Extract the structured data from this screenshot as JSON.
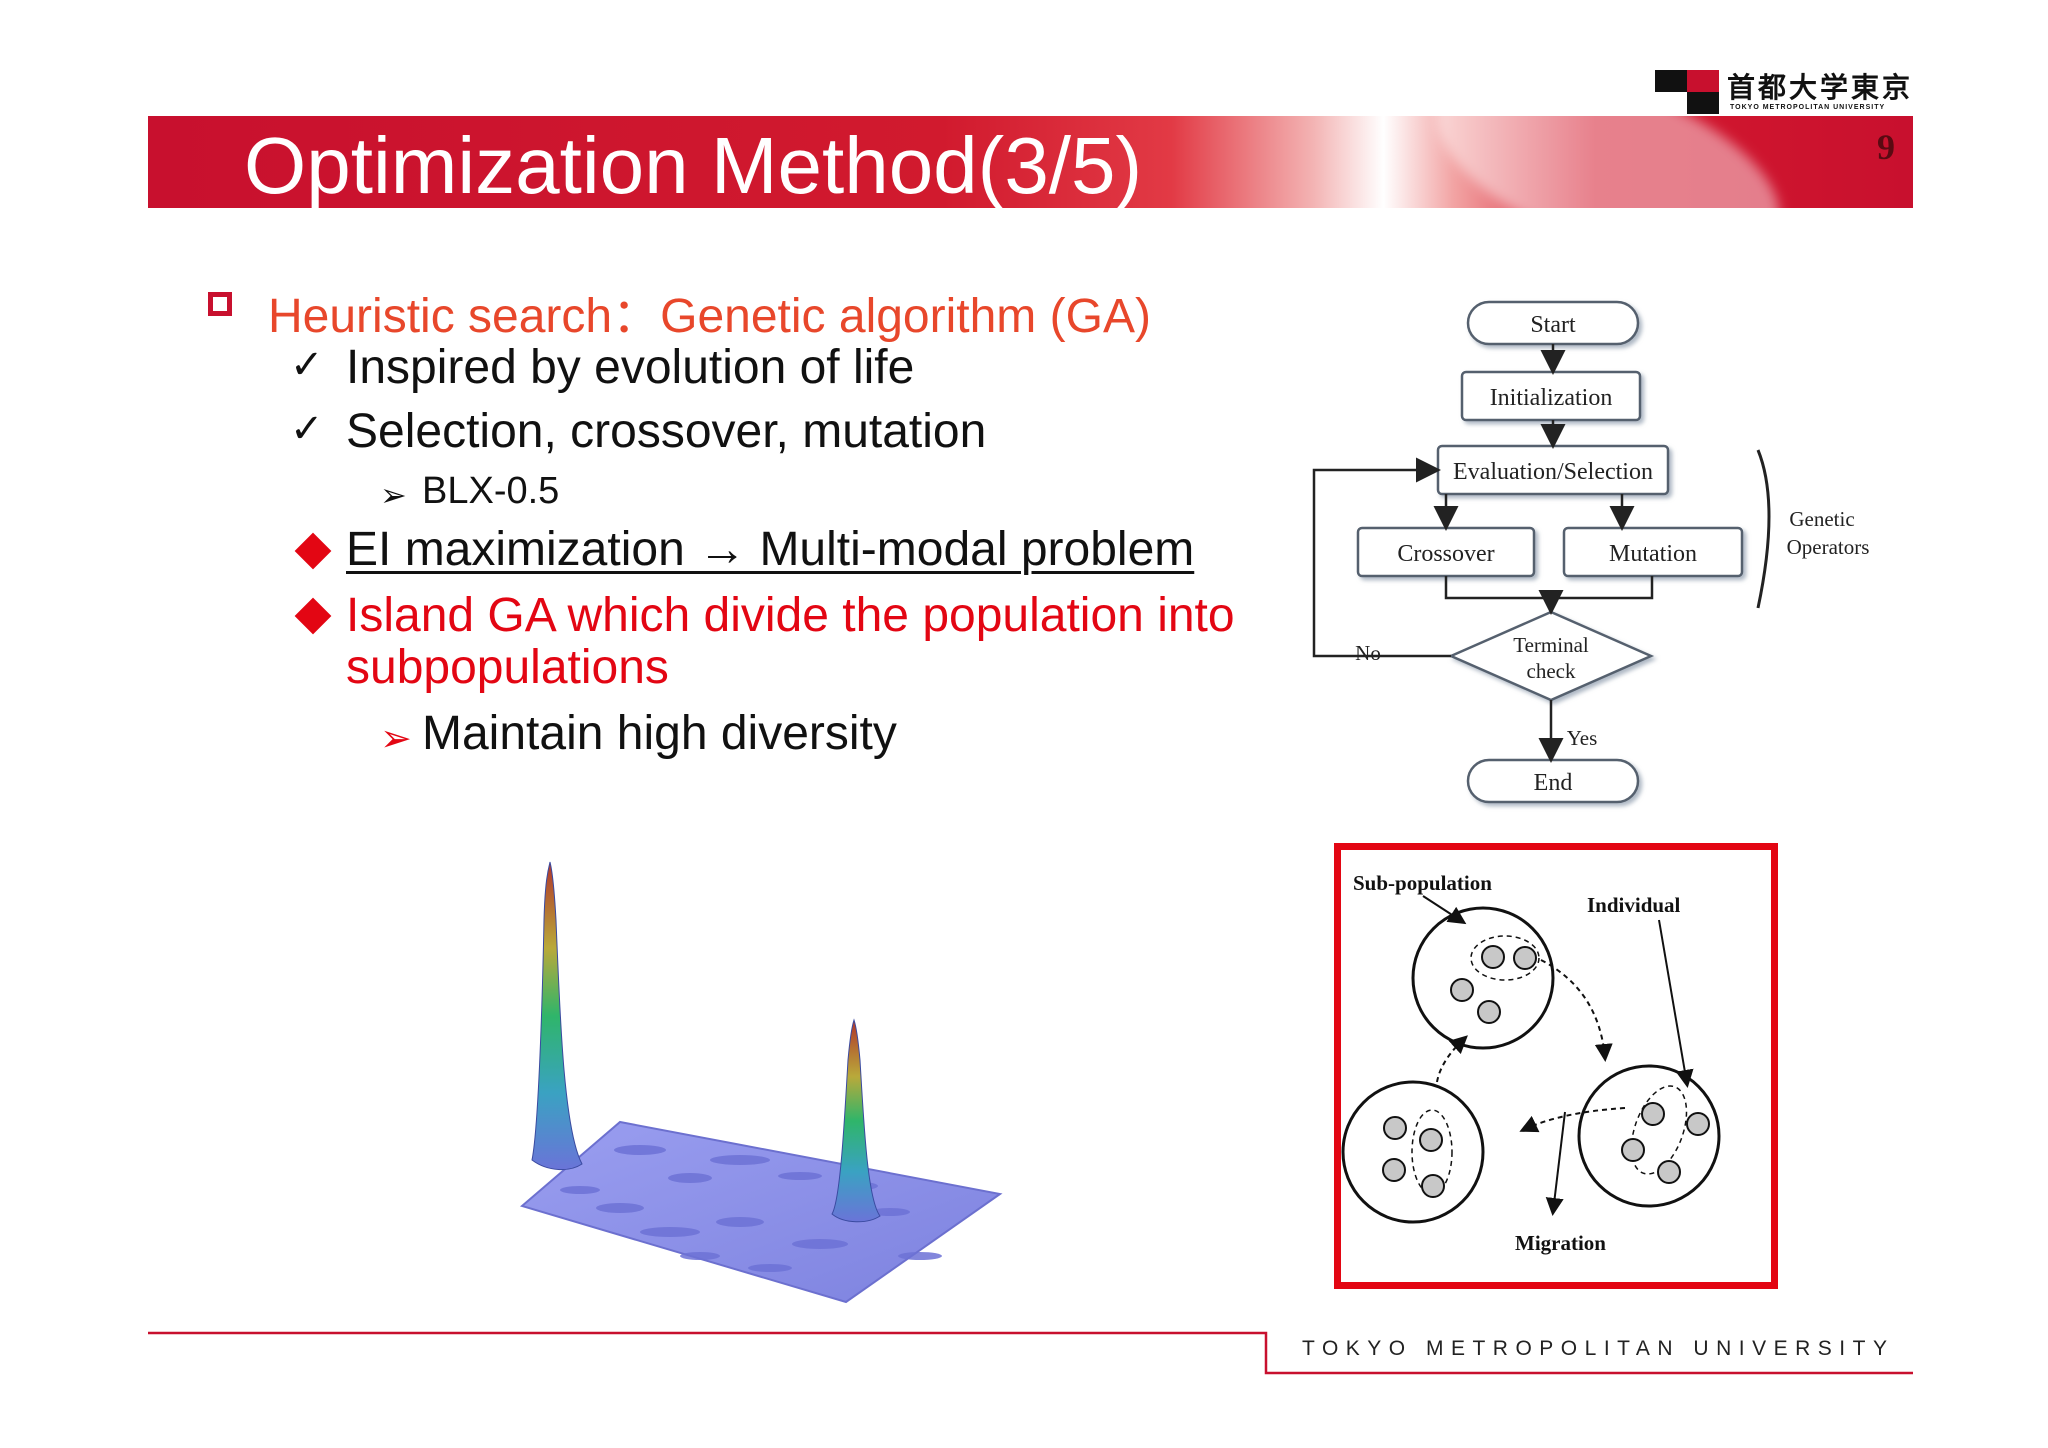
{
  "header": {
    "title": "Optimization Method(3/5)",
    "page_number": "9",
    "logo_jp": "首都大学東京",
    "logo_en": "TOKYO METROPOLITAN UNIVERSITY"
  },
  "bullets": {
    "ga": "Heuristic search：Genetic algorithm (GA)",
    "check_mark": "✓",
    "inspired": "Inspired by evolution of life",
    "selection": "Selection, crossover, mutation",
    "arrow_mark": "➢",
    "blx": "BLX-0.5",
    "ei": "EI maximization  →  Multi-modal problem",
    "island_line1": "Island GA which divide the population into",
    "island_line2": "subpopulations",
    "diversity": "Maintain high diversity"
  },
  "flowchart": {
    "start": "Start",
    "init": "Initialization",
    "eval": "Evaluation/Selection",
    "crossover": "Crossover",
    "mutation": "Mutation",
    "terminal_1": "Terminal",
    "terminal_2": "check",
    "no": "No",
    "yes": "Yes",
    "end": "End",
    "genetic_1": "Genetic",
    "genetic_2": "Operators"
  },
  "island_figure": {
    "subpop": "Sub-population",
    "individual": "Individual",
    "migration": "Migration"
  },
  "footer": {
    "text": "TOKYO METROPOLITAN UNIVERSITY"
  },
  "colors": {
    "brand_red": "#c8102e",
    "bullet_red": "#e30613",
    "heading_orange": "#e8472b",
    "surface_blue": "#8a8ee8"
  }
}
